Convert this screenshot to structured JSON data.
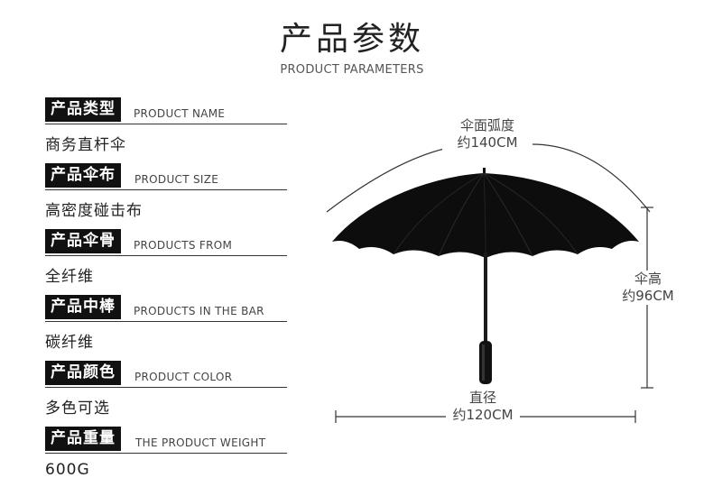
{
  "header": {
    "title_cn": "产品参数",
    "title_en": "PRODUCT PARAMETERS"
  },
  "params": [
    {
      "label": "产品类型",
      "label_en": "PRODUCT NAME",
      "value": "商务直杆伞"
    },
    {
      "label": "产品伞布",
      "label_en": "PRODUCT SIZE",
      "value": "高密度碰击布"
    },
    {
      "label": "产品伞骨",
      "label_en": "PRODUCTS FROM",
      "value": "全纤维"
    },
    {
      "label": "产品中棒",
      "label_en": "PRODUCTS IN THE BAR",
      "value": "碳纤维"
    },
    {
      "label": "产品颜色",
      "label_en": "PRODUCT COLOR",
      "value": "多色可选"
    },
    {
      "label": "产品重量",
      "label_en": "THE PRODUCT WEIGHT",
      "value": "600G"
    }
  ],
  "dimensions": {
    "arc": {
      "label": "伞面弧度",
      "value": "约140CM"
    },
    "height": {
      "label": "伞高",
      "value": "约96CM"
    },
    "diameter": {
      "label": "直径",
      "value": "约120CM"
    }
  },
  "colors": {
    "tag_bg": "#111111",
    "tag_text": "#ffffff",
    "canopy": "#0d0d0d",
    "dimension_line": "#333333"
  }
}
